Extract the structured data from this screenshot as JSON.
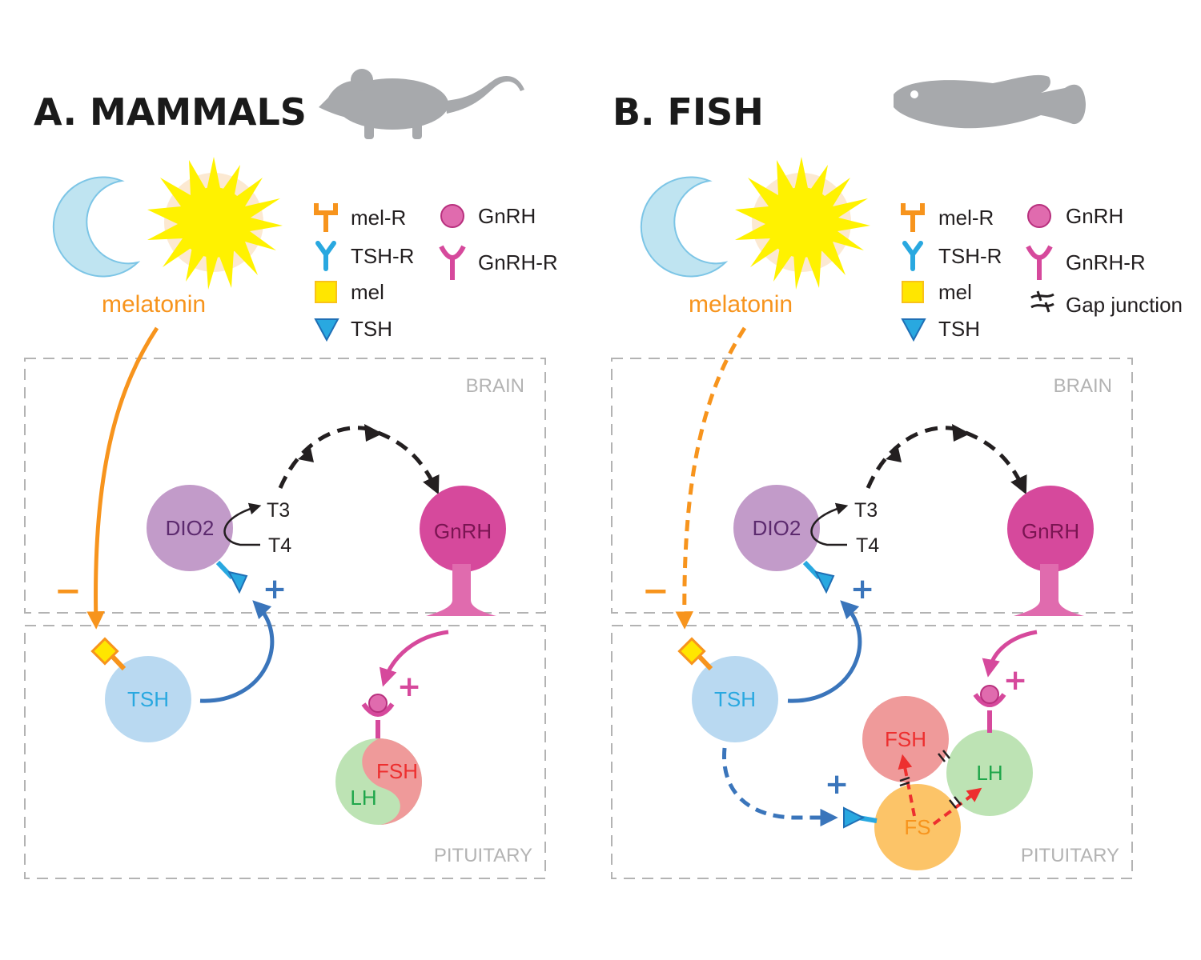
{
  "panels": [
    {
      "id": "a",
      "title": "A. MAMMALS",
      "melatonin_label": "melatonin",
      "legend": {
        "mel_r": "mel-R",
        "tsh_r": "TSH-R",
        "mel": "mel",
        "tsh": "TSH",
        "gnrh": "GnRH",
        "gnrh_r": "GnRH-R"
      },
      "regions": {
        "brain": "BRAIN",
        "pituitary": "PITUITARY"
      },
      "cells": {
        "dio2": "DIO2",
        "gnrh": "GnRH",
        "tsh": "TSH",
        "fsh": "FSH",
        "lh": "LH",
        "t3": "T3",
        "t4": "T4"
      },
      "signs": {
        "minus": "−",
        "plus_tshr": "+",
        "plus_gnrhr": "+"
      }
    },
    {
      "id": "b",
      "title": "B. FISH",
      "melatonin_label": "melatonin",
      "legend": {
        "mel_r": "mel-R",
        "tsh_r": "TSH-R",
        "mel": "mel",
        "tsh": "TSH",
        "gnrh": "GnRH",
        "gnrh_r": "GnRH-R",
        "gap_junction": "Gap junction"
      },
      "regions": {
        "brain": "BRAIN",
        "pituitary": "PITUITARY"
      },
      "cells": {
        "dio2": "DIO2",
        "gnrh": "GnRH",
        "tsh": "TSH",
        "fsh": "FSH",
        "lh": "LH",
        "fs": "FS",
        "t3": "T3",
        "t4": "T4"
      },
      "signs": {
        "minus": "−",
        "plus_tshr": "+",
        "plus_gnrhr": "+",
        "plus_fs": "+"
      }
    }
  ],
  "colors": {
    "melatonin": "#f7941d",
    "tsh_blue": "#3a75bb",
    "receptor_cyan": "#29a8e0",
    "gnrh_magenta": "#d6499c",
    "moon": "#bfe4f1",
    "sun": "#fff200",
    "sun_rays": "#f3a64a",
    "dio2_cell": "#c29bc9",
    "tsh_cell": "#b9d9f1",
    "fsh_cell": "#ef9a9a",
    "lh_cell": "#bde3b4",
    "fs_cell": "#fcc468",
    "silhouette": "#a7a9ac"
  }
}
